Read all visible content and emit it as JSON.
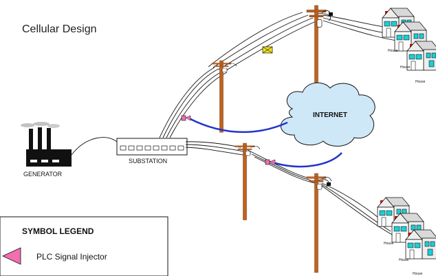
{
  "diagram": {
    "title": "Cellular Design",
    "generator_label": "GENERATOR",
    "substation_label": "SUBSTATION",
    "internet_label": "INTERNET",
    "house_label": "House",
    "legend": {
      "title": "SYMBOL LEGEND",
      "items": [
        {
          "label": "PLC Signal Injector",
          "symbol": "pink-triangle"
        }
      ]
    },
    "colors": {
      "pole": "#c0641e",
      "cloud_fill": "#cfe8f7",
      "link": "#2233cc",
      "injector": "#f26fb0",
      "window": "#19d0d6",
      "chimney": "#cc0000",
      "coupler": "#f2e61a"
    }
  }
}
